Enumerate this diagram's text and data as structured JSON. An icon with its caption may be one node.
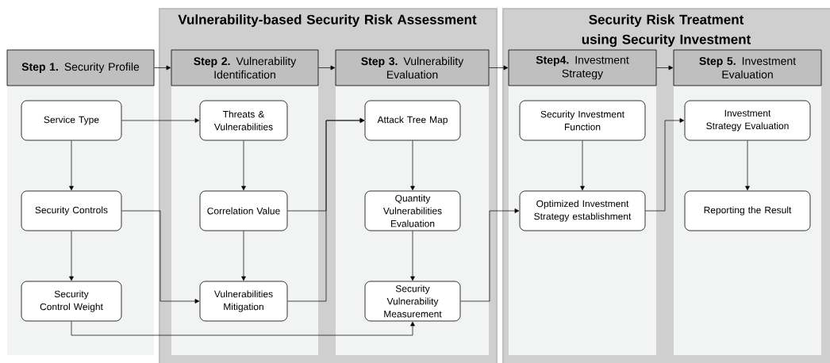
{
  "diagram": {
    "nodes": [
      {
        "text": [
          "Vulnerability-based Security Risk Assessment"
        ]
      },
      {
        "text": [
          "Security Risk Treatment using Security Investment"
        ]
      },
      {
        "text": [
          "**Step 1.** Security Profile"
        ]
      },
      {
        "text": [
          "**Step 2.** Vulnerability Identification"
        ],
        "in": 0
      },
      {
        "text": [
          "**Step 3.** Vulnerability Evaluation"
        ],
        "in": 0
      },
      {
        "text": [
          "**Step4.** Investment Strategy"
        ],
        "in": 1
      },
      {
        "text": [
          "**Step 5.** Investment Evaluation"
        ],
        "in": 1
      },
      {
        "text": [
          "Service Type"
        ]
      },
      {
        "text": [
          "Security Controls"
        ]
      },
      {
        "text": [
          "Security Control Weight"
        ]
      },
      {
        "text": [
          "Threats & Vulnerabilities"
        ],
        "in": 0
      },
      {
        "text": [
          "Correlation Value"
        ],
        "in": 0
      },
      {
        "text": [
          "Vulnerabilities Mitigation"
        ],
        "in": 0
      },
      {
        "text": [
          "Attack Tree Map"
        ],
        "in": 0
      },
      {
        "text": [
          "Quantity Vulnerabilities Evaluation"
        ],
        "in": 0
      },
      {
        "text": [
          "Security Vulnerability Measurement"
        ],
        "in": 0
      },
      {
        "text": [
          "Security Investment Function"
        ],
        "in": 1
      },
      {
        "text": [
          "Optimized Investment Strategy establishment"
        ],
        "in": 1
      },
      {
        "text": [
          "Investment Strategy Evaluation"
        ],
        "in": 1
      },
      {
        "text": [
          "Reporting the Result"
        ],
        "in": 1
      }
    ],
    "edges": [
      {
        "from": 2,
        "to": 3,
        "arrow": "to"
      },
      {
        "from": 3,
        "to": 4,
        "arrow": "to"
      },
      {
        "from": 4,
        "to": 5,
        "arrow": "to"
      },
      {
        "from": 5,
        "to": 6,
        "arrow": "to"
      },
      {
        "from": 7,
        "to": 10,
        "arrow": "to"
      },
      {
        "from": 7,
        "to": 8,
        "arrow": "to"
      },
      {
        "from": 8,
        "to": 9,
        "arrow": "to"
      },
      {
        "from": 8,
        "to": 12,
        "arrow": "to"
      },
      {
        "from": 10,
        "to": 11,
        "arrow": "to"
      },
      {
        "from": 11,
        "to": 12,
        "arrow": "to"
      },
      {
        "from": 11,
        "to": 13,
        "arrow": "to"
      },
      {
        "from": 12,
        "to": 13,
        "arrow": "to"
      },
      {
        "from": 9,
        "to": 15,
        "arrow": "to"
      },
      {
        "from": 13,
        "to": 14,
        "arrow": "to"
      },
      {
        "from": 14,
        "to": 15,
        "arrow": "to"
      },
      {
        "from": 15,
        "to": 17,
        "arrow": "to"
      },
      {
        "from": 16,
        "to": 17,
        "arrow": "to"
      },
      {
        "from": 17,
        "to": 18,
        "arrow": "to"
      },
      {
        "from": 18,
        "to": 19,
        "arrow": "to"
      }
    ]
  }
}
